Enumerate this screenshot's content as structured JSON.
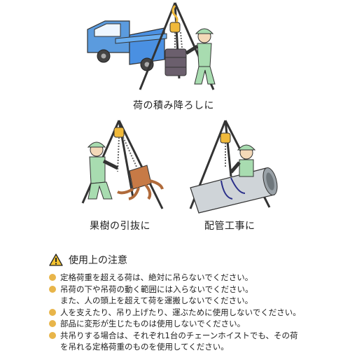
{
  "captions": {
    "loading": "荷の積み降ろしに",
    "fruit_tree": "果樹の引抜に",
    "piping": "配管工事に"
  },
  "notes": {
    "title": "使用上の注意",
    "items": [
      {
        "text": "定格荷重を超える荷は、絶対に吊らないでください。",
        "bullet": true
      },
      {
        "text": "吊荷の下や吊荷の動く範囲には入らないでください。",
        "bullet": true
      },
      {
        "text": "また、人の頭上を超えて荷を運搬しないでください。",
        "bullet": false
      },
      {
        "text": "人を支えたり、吊り上げたり、運ぶために使用しないでください。",
        "bullet": true
      },
      {
        "text": "部品に変形が生じたものは使用しないでください。",
        "bullet": true
      },
      {
        "text": "共吊りする場合は、それぞれ1台のチェーンホイストでも、その荷",
        "bullet": true
      },
      {
        "text": "を吊れる定格荷重のものを使用してください。",
        "bullet": false
      }
    ]
  },
  "colors": {
    "bullet": "#e8b54a",
    "truck": "#4a90e2",
    "worker": "#a8dcb0",
    "hook": "#f0b93a"
  }
}
